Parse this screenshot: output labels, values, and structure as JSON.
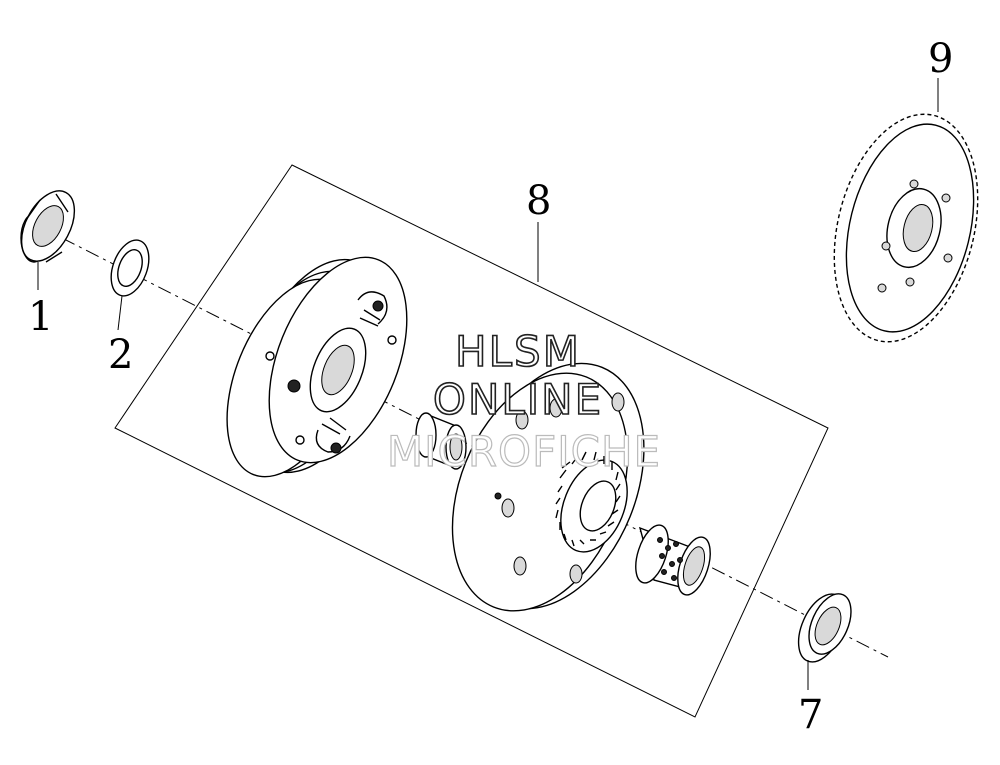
{
  "callouts": {
    "c1": "1",
    "c2": "2",
    "c7": "7",
    "c8": "8",
    "c9": "9"
  },
  "watermark": {
    "line1": "HLSM",
    "line2": "ONLINE",
    "line3": "MICROFICHE"
  }
}
